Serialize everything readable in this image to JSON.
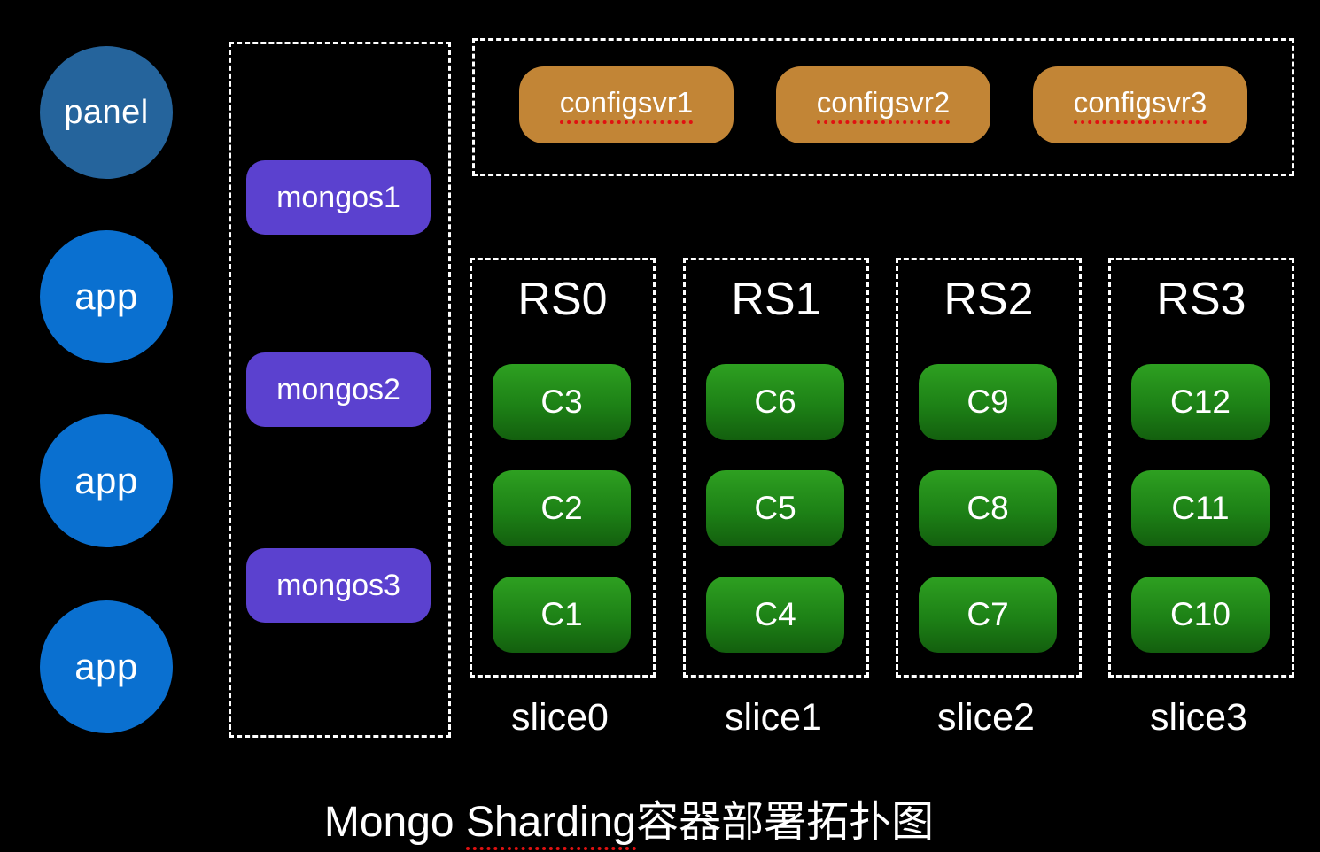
{
  "title": {
    "pre": "Mongo ",
    "misspelled": "Sharding",
    "post": "容器部署拓扑图"
  },
  "clients": [
    "panel",
    "app",
    "app",
    "app"
  ],
  "mongos": [
    "mongos1",
    "mongos2",
    "mongos3"
  ],
  "configsvrs": [
    "configsvr1",
    "configsvr2",
    "configsvr3"
  ],
  "replica_sets": [
    {
      "name": "RS0",
      "slice_label": "slice0",
      "containers": [
        "C3",
        "C2",
        "C1"
      ]
    },
    {
      "name": "RS1",
      "slice_label": "slice1",
      "containers": [
        "C6",
        "C5",
        "C4"
      ]
    },
    {
      "name": "RS2",
      "slice_label": "slice2",
      "containers": [
        "C9",
        "C8",
        "C7"
      ]
    },
    {
      "name": "RS3",
      "slice_label": "slice3",
      "containers": [
        "C12",
        "C11",
        "C10"
      ]
    }
  ],
  "colors": {
    "background": "#000000",
    "panel_circle": "#25649c",
    "app_circle": "#0a70d0",
    "mongos_box": "#5b41cf",
    "configsvr_box": "#c28536",
    "container_box_gradient_top": "#2ea021",
    "container_box_gradient_bottom": "#135f0e",
    "dashed_border": "#ffffff",
    "text": "#ffffff",
    "spellcheck_underline": "#e01111"
  }
}
